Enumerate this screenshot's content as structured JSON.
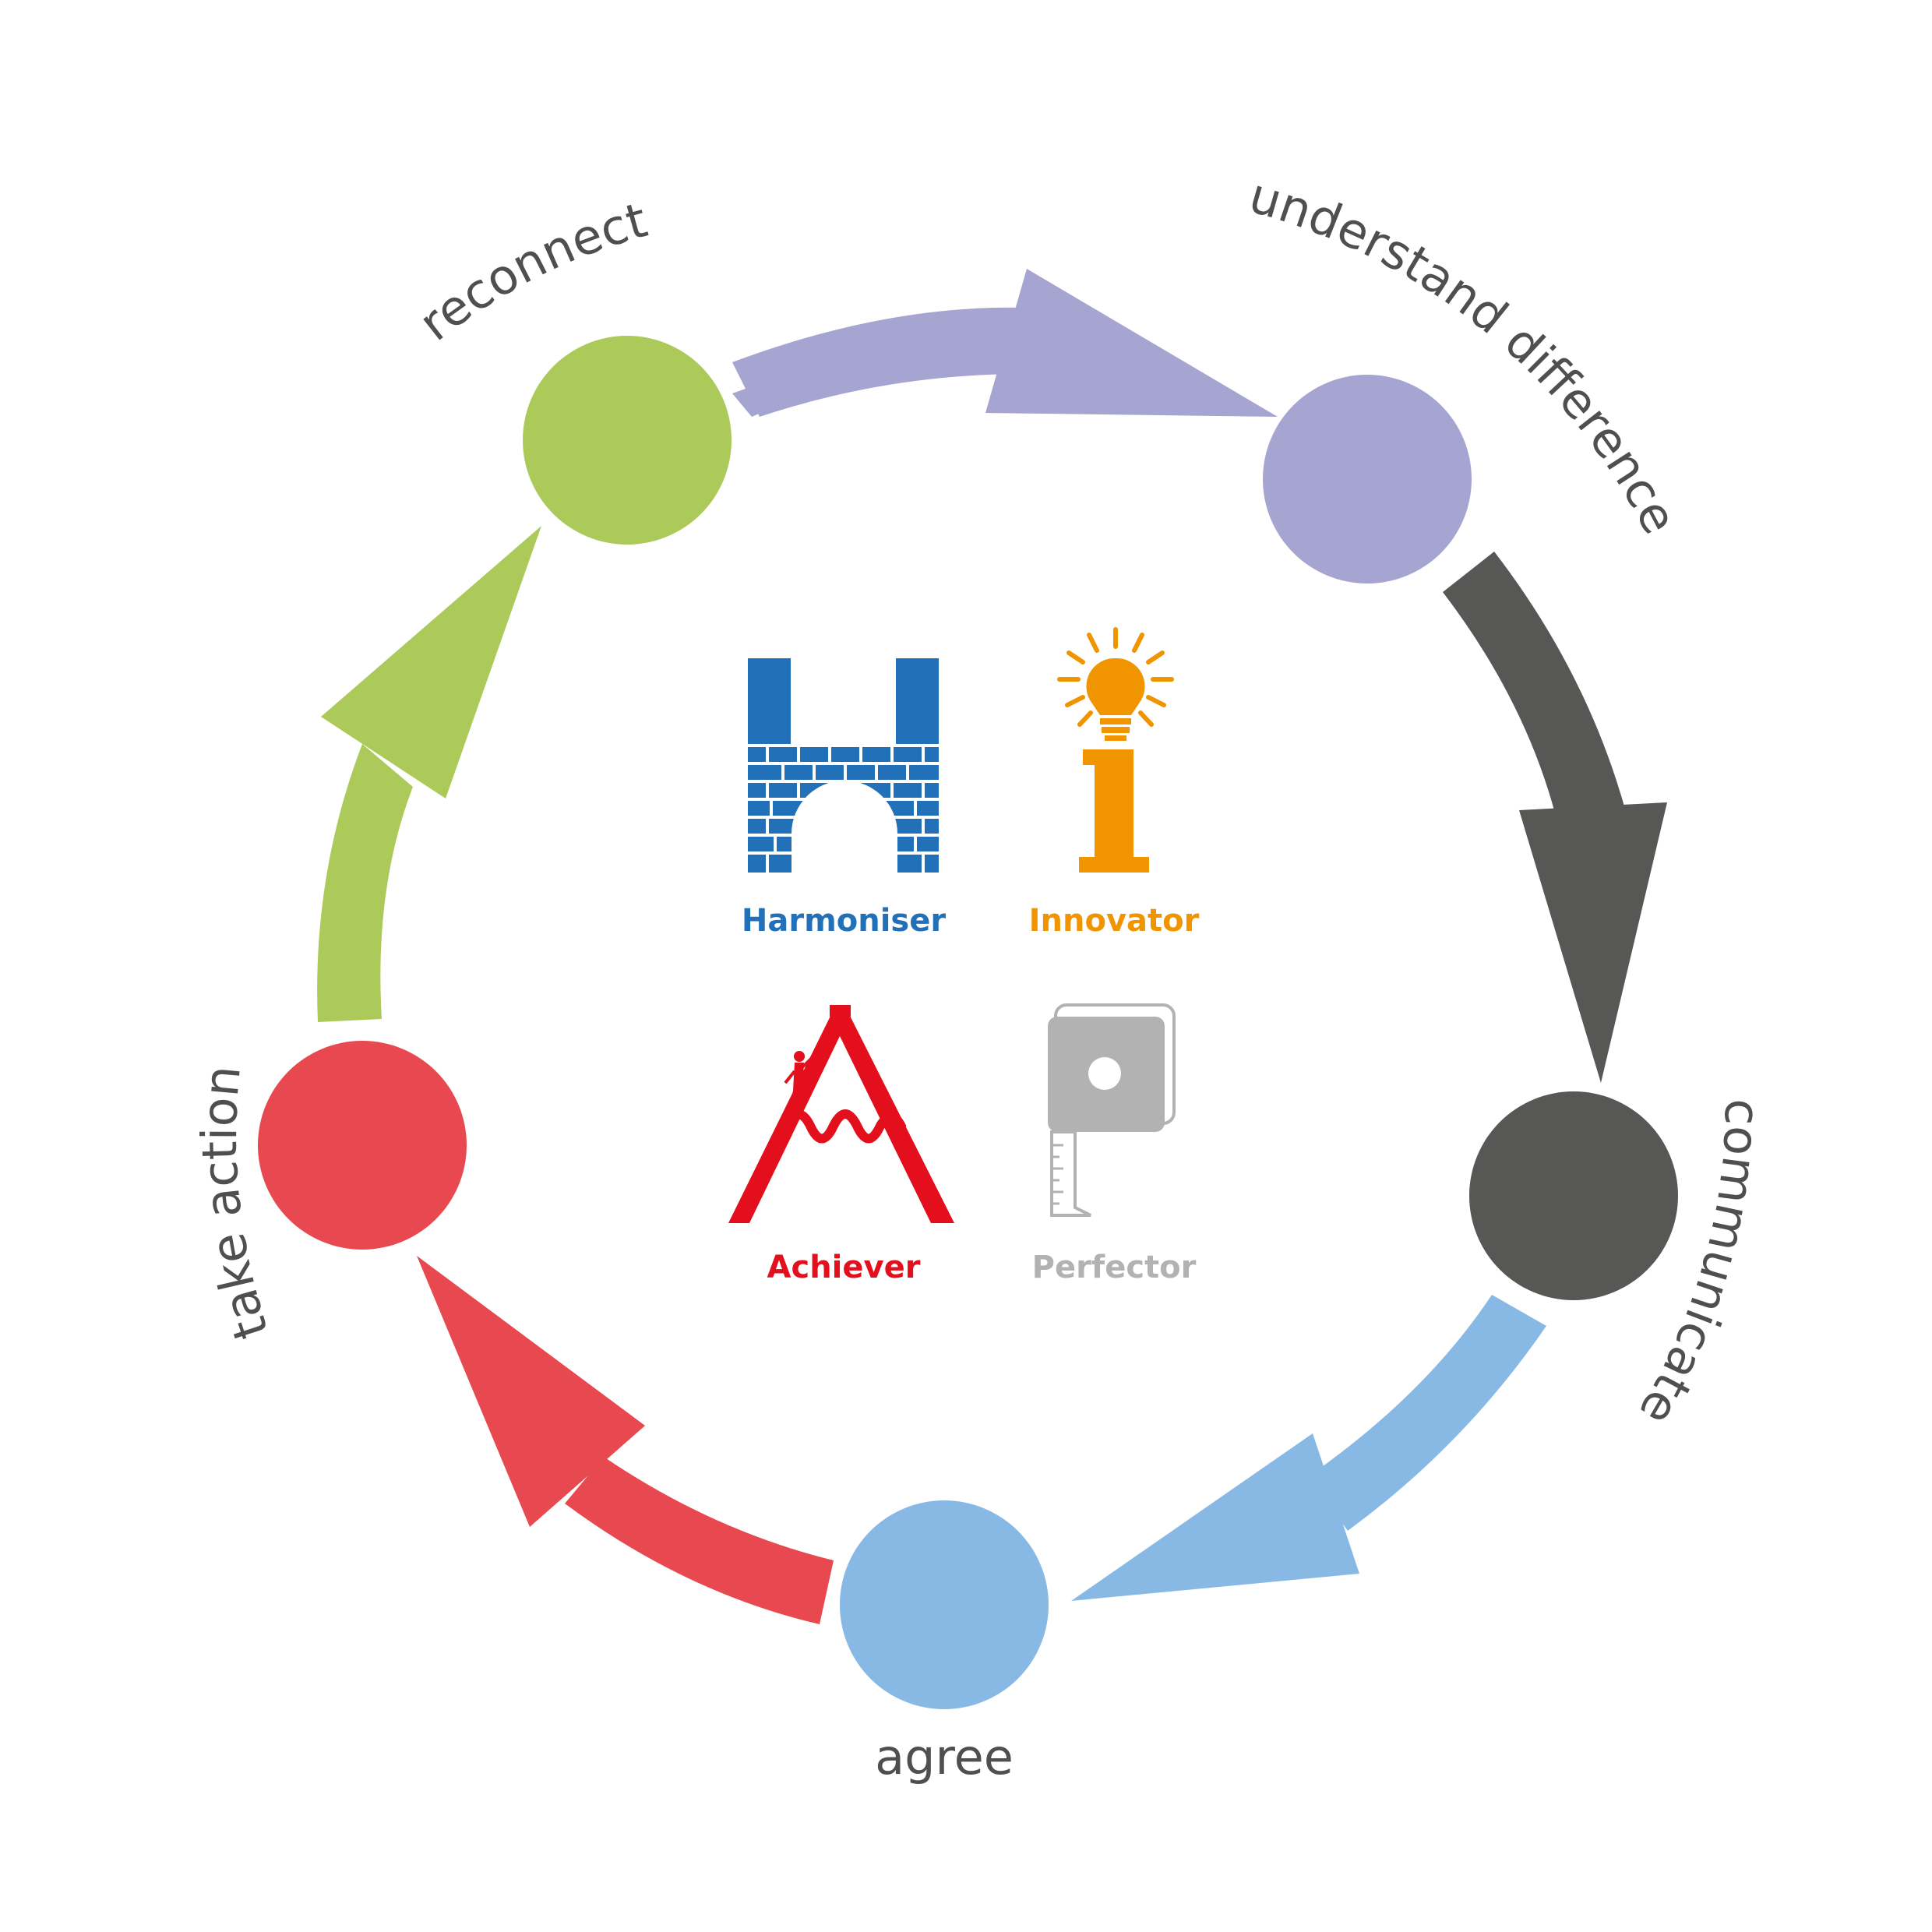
{
  "cycle": {
    "steps": [
      {
        "label": "reconnect",
        "color": "#acca5a"
      },
      {
        "label": "understand difference",
        "color": "#a6a4d0"
      },
      {
        "label": "communicate",
        "color": "#575756"
      },
      {
        "label": "agree",
        "color": "#88b9e5"
      },
      {
        "label": "take action",
        "color": "#e8484f"
      }
    ],
    "direction": "clockwise"
  },
  "profiles": [
    {
      "label": "Harmoniser",
      "icon": "bridge-icon",
      "color": "#2271b8"
    },
    {
      "label": "Innovator",
      "icon": "lightbulb-icon",
      "color": "#f09400"
    },
    {
      "label": "Achiever",
      "icon": "mountain-climber-icon",
      "color": "#e30f1c"
    },
    {
      "label": "Perfector",
      "icon": "tape-measure-icon",
      "color": "#b2b2b2"
    }
  ]
}
